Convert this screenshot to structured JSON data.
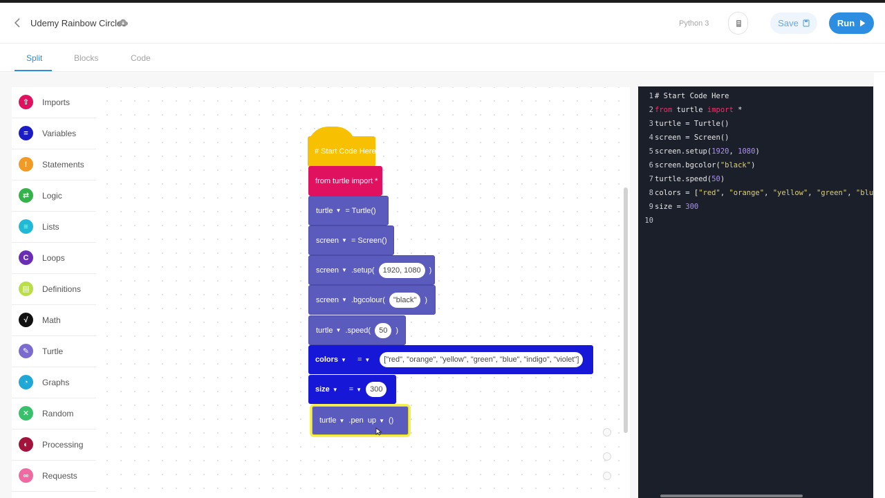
{
  "header": {
    "project_title": "Udemy Rainbow Circles",
    "language": "Python 3",
    "save_label": "Save",
    "run_label": "Run"
  },
  "tabs": [
    {
      "label": "Split",
      "active": true
    },
    {
      "label": "Blocks",
      "active": false
    },
    {
      "label": "Code",
      "active": false
    }
  ],
  "palette": [
    {
      "label": "Imports",
      "color": "#e0115f",
      "icon": "upload-icon"
    },
    {
      "label": "Variables",
      "color": "#1b1bc8",
      "icon": "equals-icon"
    },
    {
      "label": "Statements",
      "color": "#f19a26",
      "icon": "exclamation-icon"
    },
    {
      "label": "Logic",
      "color": "#34b34a",
      "icon": "swap-icon"
    },
    {
      "label": "Lists",
      "color": "#22b9d6",
      "icon": "list-icon"
    },
    {
      "label": "Loops",
      "color": "#6a2db3",
      "icon": "loop-icon"
    },
    {
      "label": "Definitions",
      "color": "#b9de4a",
      "icon": "definition-icon"
    },
    {
      "label": "Math",
      "color": "#111111",
      "icon": "sqrt-icon"
    },
    {
      "label": "Turtle",
      "color": "#7b6bd0",
      "icon": "pen-icon"
    },
    {
      "label": "Graphs",
      "color": "#1fa8d6",
      "icon": "pie-chart-icon"
    },
    {
      "label": "Random",
      "color": "#38c06a",
      "icon": "shuffle-icon"
    },
    {
      "label": "Processing",
      "color": "#a4133c",
      "icon": "processing-icon"
    },
    {
      "label": "Requests",
      "color": "#ef6aa0",
      "icon": "link-icon"
    }
  ],
  "blocks": {
    "start": "# Start Code Here",
    "import": "from turtle import *",
    "turtle_var": "turtle",
    "turtle_ctor": "= Turtle()",
    "screen_var": "screen",
    "screen_ctor": "= Screen()",
    "setup_var": "screen",
    "setup_method": ".setup(",
    "setup_args": "1920, 1080",
    "setup_close": ")",
    "bg_var": "screen",
    "bg_method": ".bgcolour(",
    "bg_arg": "\"black\"",
    "bg_close": ")",
    "speed_var": "turtle",
    "speed_method": ".speed(",
    "speed_arg": "50",
    "speed_close": ")",
    "colors_var": "colors",
    "colors_eq": "=",
    "colors_value": "[\"red\", \"orange\", \"yellow\", \"green\", \"blue\", \"indigo\", \"violet\"]",
    "size_var": "size",
    "size_eq": "=",
    "size_value": "300",
    "pen_var": "turtle",
    "pen_method": ".pen",
    "pen_option": "up",
    "pen_close": "()"
  },
  "code": {
    "line_numbers": [
      "1",
      "2",
      "3",
      "4",
      "5",
      "6",
      "7",
      "8",
      "9",
      "10"
    ],
    "l1": "# Start Code Here",
    "l2_kw1": "from",
    "l2_mod": " turtle ",
    "l2_kw2": "import",
    "l2_rest": " *",
    "l3": "turtle = Turtle()",
    "l4": "screen = Screen()",
    "l5_a": "screen.setup(",
    "l5_n1": "1920",
    "l5_sep": ", ",
    "l5_n2": "1080",
    "l5_b": ")",
    "l6_a": "screen.bgcolor(",
    "l6_s": "\"black\"",
    "l6_b": ")",
    "l7_a": "turtle.speed(",
    "l7_n": "50",
    "l7_b": ")",
    "l8_a": "colors = [",
    "l8_s1": "\"red\"",
    "l8_s2": "\"orange\"",
    "l8_s3": "\"yellow\"",
    "l8_s4": "\"green\"",
    "l8_s5": "\"blue\"",
    "l8_c": ", ",
    "l8_end": ",",
    "l9_a": "size = ",
    "l9_n": "300",
    "l10": ""
  }
}
